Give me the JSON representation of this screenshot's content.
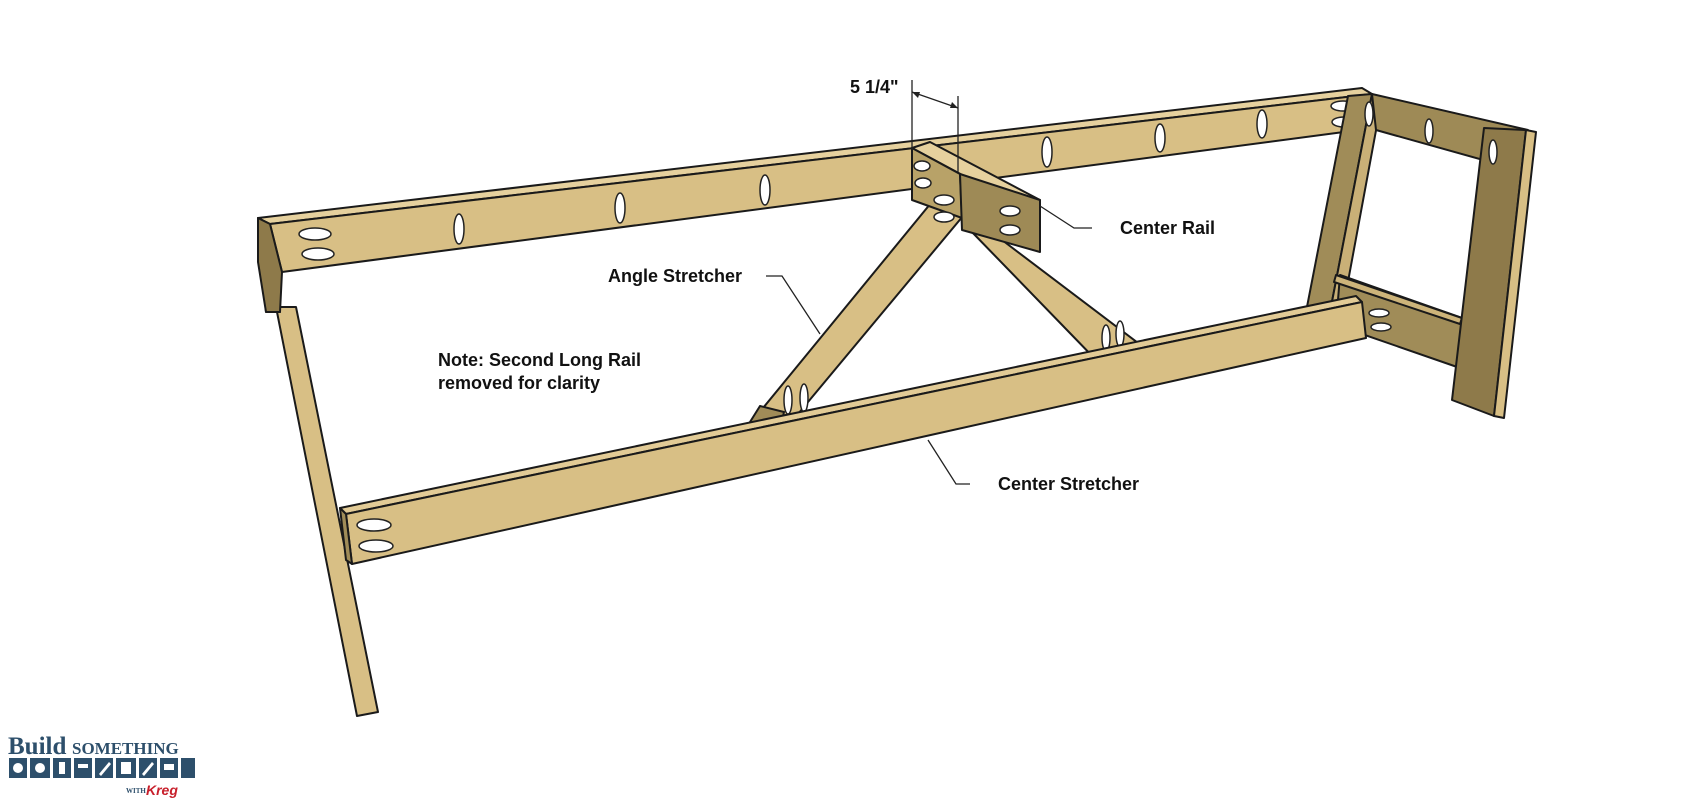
{
  "diagram": {
    "labels": {
      "dimension": "5 1/4\"",
      "center_rail": "Center Rail",
      "angle_stretcher": "Angle Stretcher",
      "center_stretcher": "Center Stretcher",
      "note_line1": "Note: Second Long Rail",
      "note_line2": "removed for clarity"
    }
  },
  "logo": {
    "build": "Build",
    "something": "SOMETHING",
    "with": "WITH",
    "brand": "Kreg"
  },
  "colors": {
    "wood_top": "#e2cb96",
    "wood_face": "#d8bf85",
    "wood_side": "#b09a62",
    "wood_dark": "#8e7a4a",
    "logo_blue": "#2d4f6b",
    "logo_red": "#c8202c"
  }
}
